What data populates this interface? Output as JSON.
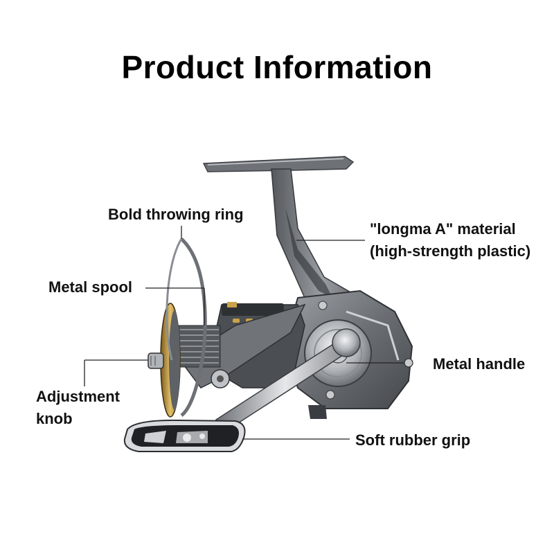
{
  "title": "Product Information",
  "labels": {
    "bold_throwing_ring": "Bold throwing ring",
    "metal_spool": "Metal spool",
    "adjustment_knob_line1": "Adjustment",
    "adjustment_knob_line2": "knob",
    "material_line1": "\"longma A\" material",
    "material_line2": "(high-strength plastic)",
    "metal_handle": "Metal handle",
    "soft_rubber_grip": "Soft rubber grip"
  },
  "colors": {
    "reel_body": "#6f7276",
    "reel_dark": "#3c3f43",
    "reel_light": "#b9bcc0",
    "gold_accent": "#c9a24a",
    "leader_line": "#222222"
  }
}
